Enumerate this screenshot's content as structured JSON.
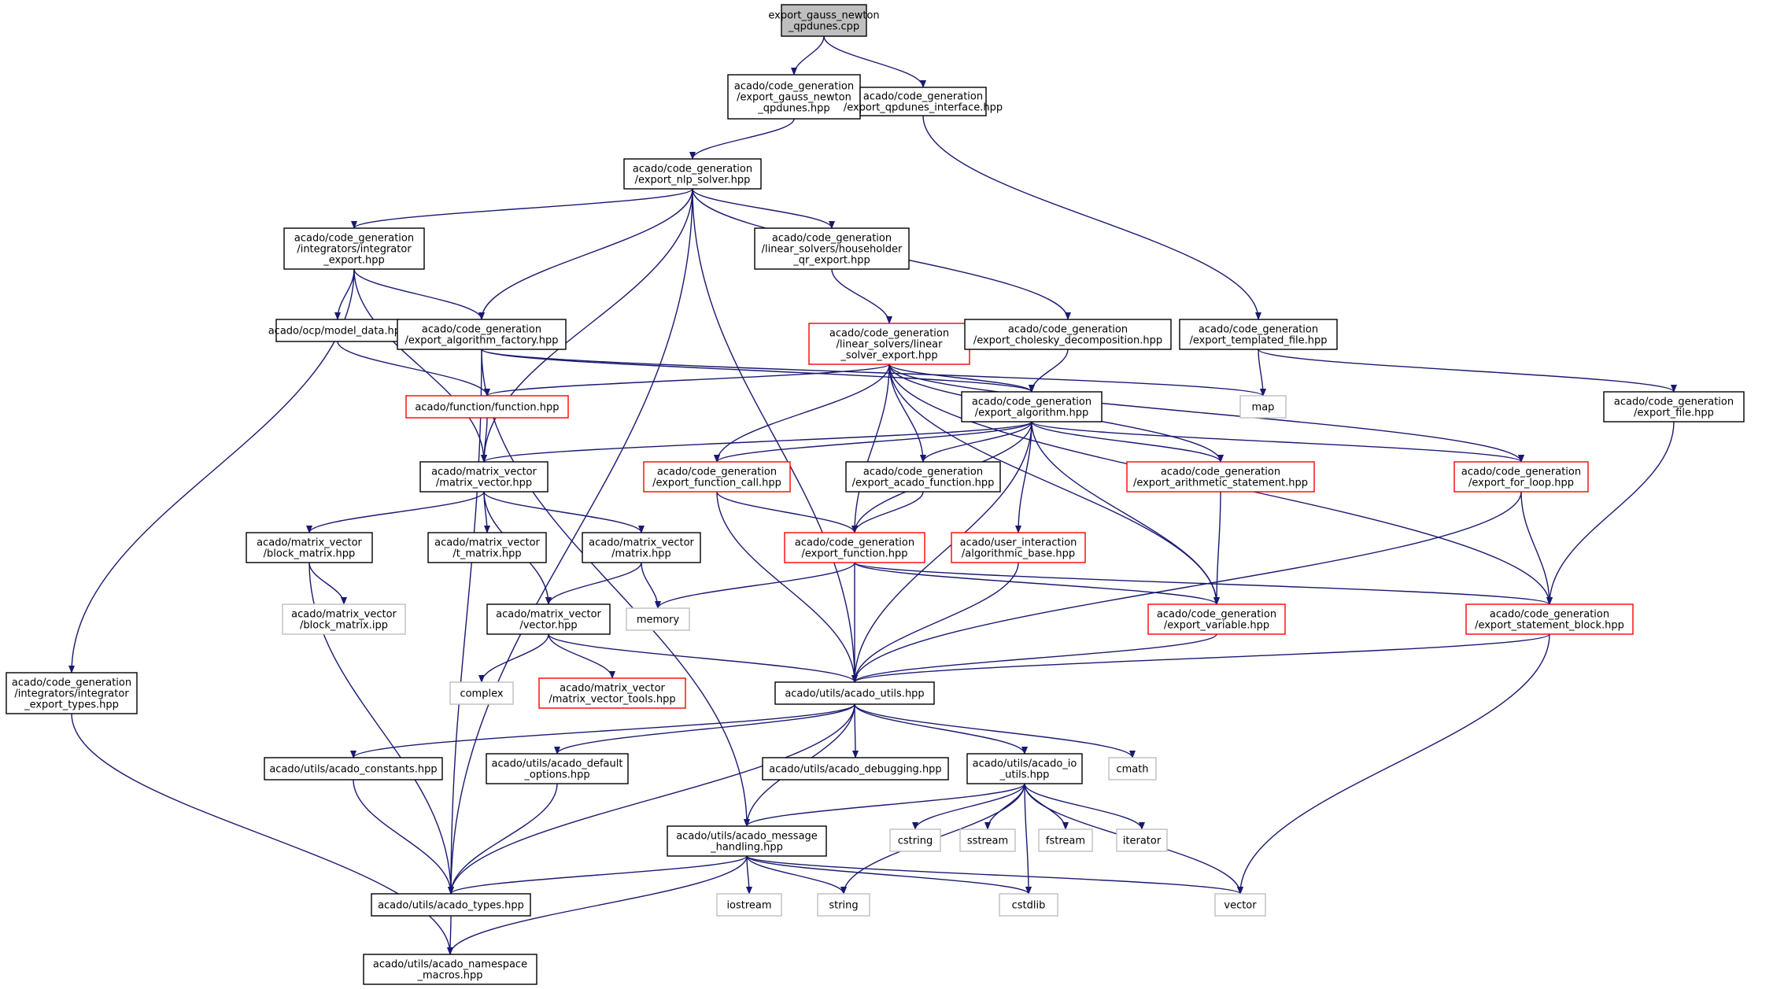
{
  "graph": {
    "colors": {
      "edge": "#191970",
      "root_fill": "#bfbfbf",
      "normal_border": "#000000",
      "red_border": "#ff0000",
      "system_border": "#bfbfbf",
      "background": "#ffffff"
    },
    "nodes": [
      {
        "id": "n0",
        "lines": [
          "export_gauss_newton",
          "_qpdunes.cpp"
        ],
        "kind": "root"
      },
      {
        "id": "n1",
        "lines": [
          "acado/code_generation",
          "/export_gauss_newton",
          "_qpdunes.hpp"
        ],
        "kind": "normal"
      },
      {
        "id": "n2",
        "lines": [
          "acado/code_generation",
          "/export_qpdunes_interface.hpp"
        ],
        "kind": "normal"
      },
      {
        "id": "n3",
        "lines": [
          "acado/code_generation",
          "/export_nlp_solver.hpp"
        ],
        "kind": "normal"
      },
      {
        "id": "n4",
        "lines": [
          "acado/code_generation",
          "/integrators/integrator",
          "_export.hpp"
        ],
        "kind": "normal"
      },
      {
        "id": "n5",
        "lines": [
          "acado/code_generation",
          "/linear_solvers/householder",
          "_qr_export.hpp"
        ],
        "kind": "normal"
      },
      {
        "id": "n6",
        "lines": [
          "acado/ocp/model_data.hpp"
        ],
        "kind": "normal"
      },
      {
        "id": "n7",
        "lines": [
          "acado/code_generation",
          "/export_algorithm_factory.hpp"
        ],
        "kind": "normal"
      },
      {
        "id": "n8",
        "lines": [
          "acado/code_generation",
          "/linear_solvers/linear",
          "_solver_export.hpp"
        ],
        "kind": "red"
      },
      {
        "id": "n9",
        "lines": [
          "acado/code_generation",
          "/export_cholesky_decomposition.hpp"
        ],
        "kind": "normal"
      },
      {
        "id": "n10",
        "lines": [
          "acado/code_generation",
          "/export_templated_file.hpp"
        ],
        "kind": "normal"
      },
      {
        "id": "n11",
        "lines": [
          "acado/function/function.hpp"
        ],
        "kind": "red"
      },
      {
        "id": "n12",
        "lines": [
          "map"
        ],
        "kind": "system"
      },
      {
        "id": "n13",
        "lines": [
          "acado/code_generation",
          "/export_algorithm.hpp"
        ],
        "kind": "normal"
      },
      {
        "id": "n14",
        "lines": [
          "acado/code_generation",
          "/export_file.hpp"
        ],
        "kind": "normal"
      },
      {
        "id": "n15",
        "lines": [
          "acado/matrix_vector",
          "/matrix_vector.hpp"
        ],
        "kind": "normal"
      },
      {
        "id": "n16",
        "lines": [
          "acado/code_generation",
          "/export_function_call.hpp"
        ],
        "kind": "red"
      },
      {
        "id": "n17",
        "lines": [
          "acado/code_generation",
          "/export_acado_function.hpp"
        ],
        "kind": "normal"
      },
      {
        "id": "n18",
        "lines": [
          "acado/code_generation",
          "/export_arithmetic_statement.hpp"
        ],
        "kind": "red"
      },
      {
        "id": "n19",
        "lines": [
          "acado/code_generation",
          "/export_for_loop.hpp"
        ],
        "kind": "red"
      },
      {
        "id": "n20",
        "lines": [
          "acado/matrix_vector",
          "/block_matrix.hpp"
        ],
        "kind": "normal"
      },
      {
        "id": "n21",
        "lines": [
          "acado/matrix_vector",
          "/t_matrix.hpp"
        ],
        "kind": "normal"
      },
      {
        "id": "n22",
        "lines": [
          "acado/matrix_vector",
          "/matrix.hpp"
        ],
        "kind": "normal"
      },
      {
        "id": "n23",
        "lines": [
          "acado/code_generation",
          "/export_function.hpp"
        ],
        "kind": "red"
      },
      {
        "id": "n24",
        "lines": [
          "acado/user_interaction",
          "/algorithmic_base.hpp"
        ],
        "kind": "red"
      },
      {
        "id": "n25",
        "lines": [
          "acado/matrix_vector",
          "/block_matrix.ipp"
        ],
        "kind": "system"
      },
      {
        "id": "n26",
        "lines": [
          "acado/matrix_vector",
          "/vector.hpp"
        ],
        "kind": "normal"
      },
      {
        "id": "n27",
        "lines": [
          "memory"
        ],
        "kind": "system"
      },
      {
        "id": "n28",
        "lines": [
          "acado/code_generation",
          "/export_variable.hpp"
        ],
        "kind": "red"
      },
      {
        "id": "n29",
        "lines": [
          "acado/code_generation",
          "/export_statement_block.hpp"
        ],
        "kind": "red"
      },
      {
        "id": "n30",
        "lines": [
          "acado/code_generation",
          "/integrators/integrator",
          "_export_types.hpp"
        ],
        "kind": "normal"
      },
      {
        "id": "n31",
        "lines": [
          "complex"
        ],
        "kind": "system"
      },
      {
        "id": "n32",
        "lines": [
          "acado/matrix_vector",
          "/matrix_vector_tools.hpp"
        ],
        "kind": "red"
      },
      {
        "id": "n33",
        "lines": [
          "acado/utils/acado_utils.hpp"
        ],
        "kind": "normal"
      },
      {
        "id": "n34",
        "lines": [
          "acado/utils/acado_constants.hpp"
        ],
        "kind": "normal"
      },
      {
        "id": "n35",
        "lines": [
          "acado/utils/acado_default",
          "_options.hpp"
        ],
        "kind": "normal"
      },
      {
        "id": "n36",
        "lines": [
          "acado/utils/acado_debugging.hpp"
        ],
        "kind": "normal"
      },
      {
        "id": "n37",
        "lines": [
          "acado/utils/acado_io",
          "_utils.hpp"
        ],
        "kind": "normal"
      },
      {
        "id": "n38",
        "lines": [
          "cmath"
        ],
        "kind": "system"
      },
      {
        "id": "n39",
        "lines": [
          "acado/utils/acado_message",
          "_handling.hpp"
        ],
        "kind": "normal"
      },
      {
        "id": "n40",
        "lines": [
          "cstring"
        ],
        "kind": "system"
      },
      {
        "id": "n41",
        "lines": [
          "sstream"
        ],
        "kind": "system"
      },
      {
        "id": "n42",
        "lines": [
          "fstream"
        ],
        "kind": "system"
      },
      {
        "id": "n43",
        "lines": [
          "iterator"
        ],
        "kind": "system"
      },
      {
        "id": "n44",
        "lines": [
          "acado/utils/acado_types.hpp"
        ],
        "kind": "normal"
      },
      {
        "id": "n45",
        "lines": [
          "iostream"
        ],
        "kind": "system"
      },
      {
        "id": "n46",
        "lines": [
          "string"
        ],
        "kind": "system"
      },
      {
        "id": "n47",
        "lines": [
          "cstdlib"
        ],
        "kind": "system"
      },
      {
        "id": "n48",
        "lines": [
          "vector"
        ],
        "kind": "system"
      },
      {
        "id": "n49",
        "lines": [
          "acado/utils/acado_namespace",
          "_macros.hpp"
        ],
        "kind": "normal"
      }
    ],
    "edges": [
      [
        "n0",
        "n1"
      ],
      [
        "n0",
        "n2"
      ],
      [
        "n1",
        "n3"
      ],
      [
        "n2",
        "n10"
      ],
      [
        "n3",
        "n4"
      ],
      [
        "n3",
        "n5"
      ],
      [
        "n3",
        "n7"
      ],
      [
        "n3",
        "n9"
      ],
      [
        "n3",
        "n15"
      ],
      [
        "n3",
        "n33"
      ],
      [
        "n3",
        "n44"
      ],
      [
        "n4",
        "n6"
      ],
      [
        "n4",
        "n7"
      ],
      [
        "n4",
        "n15"
      ],
      [
        "n4",
        "n30"
      ],
      [
        "n5",
        "n8"
      ],
      [
        "n6",
        "n11"
      ],
      [
        "n7",
        "n13"
      ],
      [
        "n7",
        "n12"
      ],
      [
        "n7",
        "n44"
      ],
      [
        "n7",
        "n39"
      ],
      [
        "n8",
        "n11"
      ],
      [
        "n8",
        "n13"
      ],
      [
        "n8",
        "n16"
      ],
      [
        "n8",
        "n17"
      ],
      [
        "n8",
        "n18"
      ],
      [
        "n8",
        "n19"
      ],
      [
        "n8",
        "n23"
      ],
      [
        "n8",
        "n28"
      ],
      [
        "n8",
        "n29"
      ],
      [
        "n9",
        "n13"
      ],
      [
        "n10",
        "n12"
      ],
      [
        "n10",
        "n14"
      ],
      [
        "n11",
        "n15"
      ],
      [
        "n13",
        "n15"
      ],
      [
        "n13",
        "n16"
      ],
      [
        "n13",
        "n17"
      ],
      [
        "n13",
        "n18"
      ],
      [
        "n13",
        "n19"
      ],
      [
        "n13",
        "n23"
      ],
      [
        "n13",
        "n24"
      ],
      [
        "n13",
        "n28"
      ],
      [
        "n13",
        "n33"
      ],
      [
        "n14",
        "n29"
      ],
      [
        "n15",
        "n20"
      ],
      [
        "n15",
        "n21"
      ],
      [
        "n15",
        "n22"
      ],
      [
        "n15",
        "n26"
      ],
      [
        "n16",
        "n23"
      ],
      [
        "n16",
        "n33"
      ],
      [
        "n17",
        "n23"
      ],
      [
        "n18",
        "n28"
      ],
      [
        "n19",
        "n29"
      ],
      [
        "n19",
        "n33"
      ],
      [
        "n20",
        "n25"
      ],
      [
        "n20",
        "n44"
      ],
      [
        "n22",
        "n26"
      ],
      [
        "n22",
        "n27"
      ],
      [
        "n23",
        "n27"
      ],
      [
        "n23",
        "n28"
      ],
      [
        "n23",
        "n29"
      ],
      [
        "n23",
        "n33"
      ],
      [
        "n24",
        "n33"
      ],
      [
        "n26",
        "n31"
      ],
      [
        "n26",
        "n32"
      ],
      [
        "n26",
        "n33"
      ],
      [
        "n28",
        "n33"
      ],
      [
        "n29",
        "n33"
      ],
      [
        "n29",
        "n48"
      ],
      [
        "n30",
        "n49"
      ],
      [
        "n33",
        "n34"
      ],
      [
        "n33",
        "n35"
      ],
      [
        "n33",
        "n36"
      ],
      [
        "n33",
        "n37"
      ],
      [
        "n33",
        "n38"
      ],
      [
        "n33",
        "n39"
      ],
      [
        "n33",
        "n44"
      ],
      [
        "n34",
        "n44"
      ],
      [
        "n35",
        "n44"
      ],
      [
        "n37",
        "n39"
      ],
      [
        "n37",
        "n40"
      ],
      [
        "n37",
        "n41"
      ],
      [
        "n37",
        "n42"
      ],
      [
        "n37",
        "n43"
      ],
      [
        "n37",
        "n46"
      ],
      [
        "n37",
        "n47"
      ],
      [
        "n37",
        "n48"
      ],
      [
        "n39",
        "n44"
      ],
      [
        "n39",
        "n45"
      ],
      [
        "n39",
        "n46"
      ],
      [
        "n39",
        "n47"
      ],
      [
        "n39",
        "n48"
      ],
      [
        "n39",
        "n49"
      ],
      [
        "n44",
        "n49"
      ]
    ]
  }
}
